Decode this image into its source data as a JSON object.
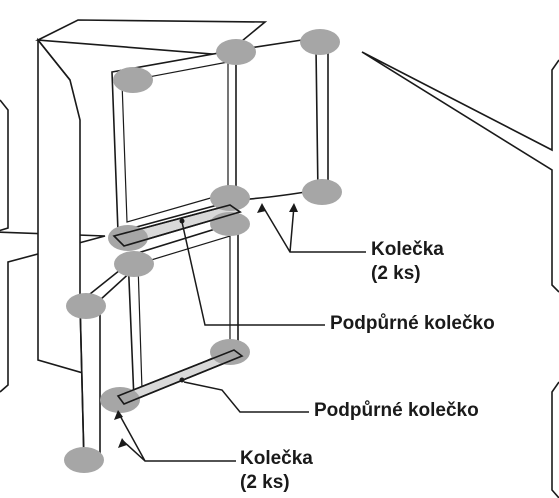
{
  "labels": {
    "wheels_upper": "Kolečka",
    "wheels_upper_qty": "(2 ks)",
    "support_wheel_upper": "Podpůrné kolečko",
    "support_wheel_lower": "Podpůrné kolečko",
    "wheels_lower": "Kolečka",
    "wheels_lower_qty": "(2 ks)"
  },
  "colors": {
    "line": "#1a1a1a",
    "highlight": "#a6a6a6",
    "background": "#ffffff"
  }
}
